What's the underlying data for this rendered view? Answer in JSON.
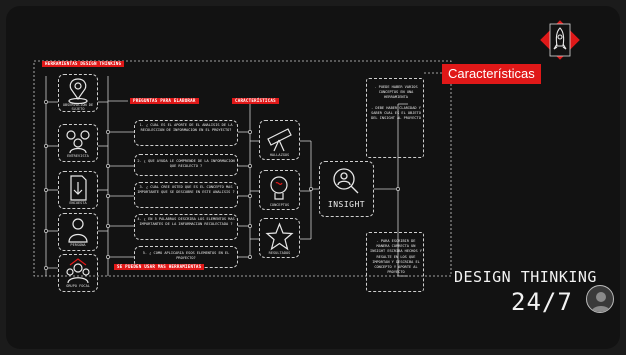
{
  "tags": {
    "herramientas": "HERRAMIENTAS DESIGN THINKING",
    "preguntas": "PREGUNTAS PARA ELABORAR",
    "caracteristicas": "CARACTERÍSTICAS",
    "se_pueden": "SE PUEDEN USAR MAS HERRAMIENTAS",
    "caracteristicas_big": "Características"
  },
  "tools": [
    {
      "label": "OBSERVACIÓN DE SUJETO",
      "icon": "location-person-icon"
    },
    {
      "label": "ENTREVISTA",
      "icon": "people-talking-icon"
    },
    {
      "label": "ENCUESTA",
      "icon": "download-document-icon"
    },
    {
      "label": "PERSONA",
      "icon": "person-icon"
    },
    {
      "label": "GRUPO FOCAL",
      "icon": "group-icon"
    }
  ],
  "questions": [
    "1. ¿ CUAL ES EL APORTE DE EL ANALISIS DE LA RECOLECCION DE INFORMACION EN EL PROYECTO?",
    "2. ¿ QUE AYUDA LE COMPRENDE DE LA INFORMACION QUE RECOLECTO ?",
    "3. ¿ CUAL CREE USTED QUE ES EL CONCEPTO MAS IMPORTANTE QUE SE DESCUBRE EN ESTE ANALISIS ?",
    "4. ¿ EN 5 PALABRAS DESCRIBA LOS ELEMENTOS MAS IMPORTANTES DE LA INFORMACION RECOLECTADA ?",
    "5. ¿ COMO APLICARIA ESOS ELEMENTOS EN EL PROYECTO?"
  ],
  "characteristics": [
    {
      "label": "HALLAZGOS",
      "icon": "telescope-icon"
    },
    {
      "label": "CONCEPTOS",
      "icon": "lightbulb-brain-icon"
    },
    {
      "label": "RESULTADOS",
      "icon": "star-icon"
    }
  ],
  "insight": "INSIGHT",
  "notes": {
    "top": "- PUEDE HABER VARIOS CONCEPTOS EN UNA HERRAMIENTA\n\n- DEBE HABER CLARIDAD Y SABER CUAL ES EL OBJETO DEL INSIGHT AL PROYECTO",
    "bottom": "- PARA ESCRIBIR DE MANERA CORRECTA UN INSIGHT ESCRIBA HECHOS Y RESALTE EN LOS QUE IMPORTAN Y DESCRIBA EL CONCEPTO Y APORTE AL PROYECTO"
  },
  "brand": {
    "line1": "DESIGN THINKING",
    "line2": "24/7"
  },
  "colors": {
    "accent": "#e01818",
    "line": "#cfcfcf",
    "bg": "#121212"
  }
}
